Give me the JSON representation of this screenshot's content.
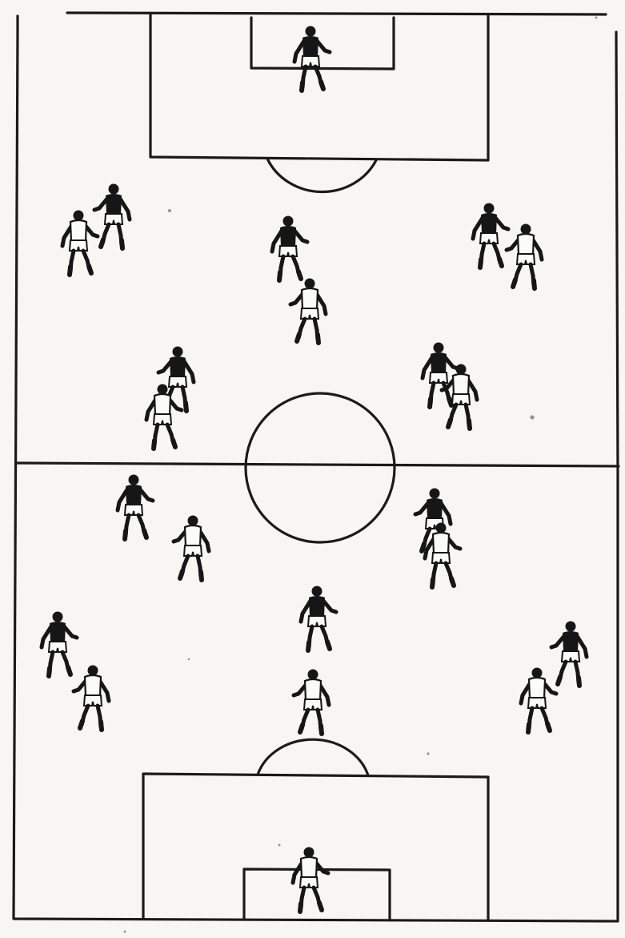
{
  "diagram": {
    "kind": "football-pitch-formation",
    "colors": {
      "ink": "#1a1a1a",
      "paper": "#f7f6f2",
      "team_dark": "#161616",
      "team_light": "#fbfbf8"
    },
    "players": [
      {
        "id": "gk-top",
        "team": "dark",
        "role": "goalkeeper"
      },
      {
        "id": "top-left-dark",
        "team": "dark"
      },
      {
        "id": "top-left-light",
        "team": "light"
      },
      {
        "id": "top-center-dark",
        "team": "dark"
      },
      {
        "id": "top-center-light",
        "team": "light"
      },
      {
        "id": "top-right-dark",
        "team": "dark"
      },
      {
        "id": "top-right-light",
        "team": "light"
      },
      {
        "id": "mid-left-dark",
        "team": "dark"
      },
      {
        "id": "mid-left-light",
        "team": "light"
      },
      {
        "id": "mid-right-dark",
        "team": "dark"
      },
      {
        "id": "mid-right-light",
        "team": "light"
      },
      {
        "id": "low-left-dark",
        "team": "dark"
      },
      {
        "id": "low-left-light",
        "team": "light"
      },
      {
        "id": "low-right-dark",
        "team": "dark"
      },
      {
        "id": "low-right-light",
        "team": "light"
      },
      {
        "id": "low-center-dark",
        "team": "dark"
      },
      {
        "id": "low-center-light",
        "team": "light"
      },
      {
        "id": "bottom-left-dark",
        "team": "dark"
      },
      {
        "id": "bottom-left-light",
        "team": "light"
      },
      {
        "id": "bottom-right-dark",
        "team": "dark"
      },
      {
        "id": "bottom-right-light",
        "team": "light"
      },
      {
        "id": "gk-bottom",
        "team": "light",
        "role": "goalkeeper"
      }
    ]
  }
}
